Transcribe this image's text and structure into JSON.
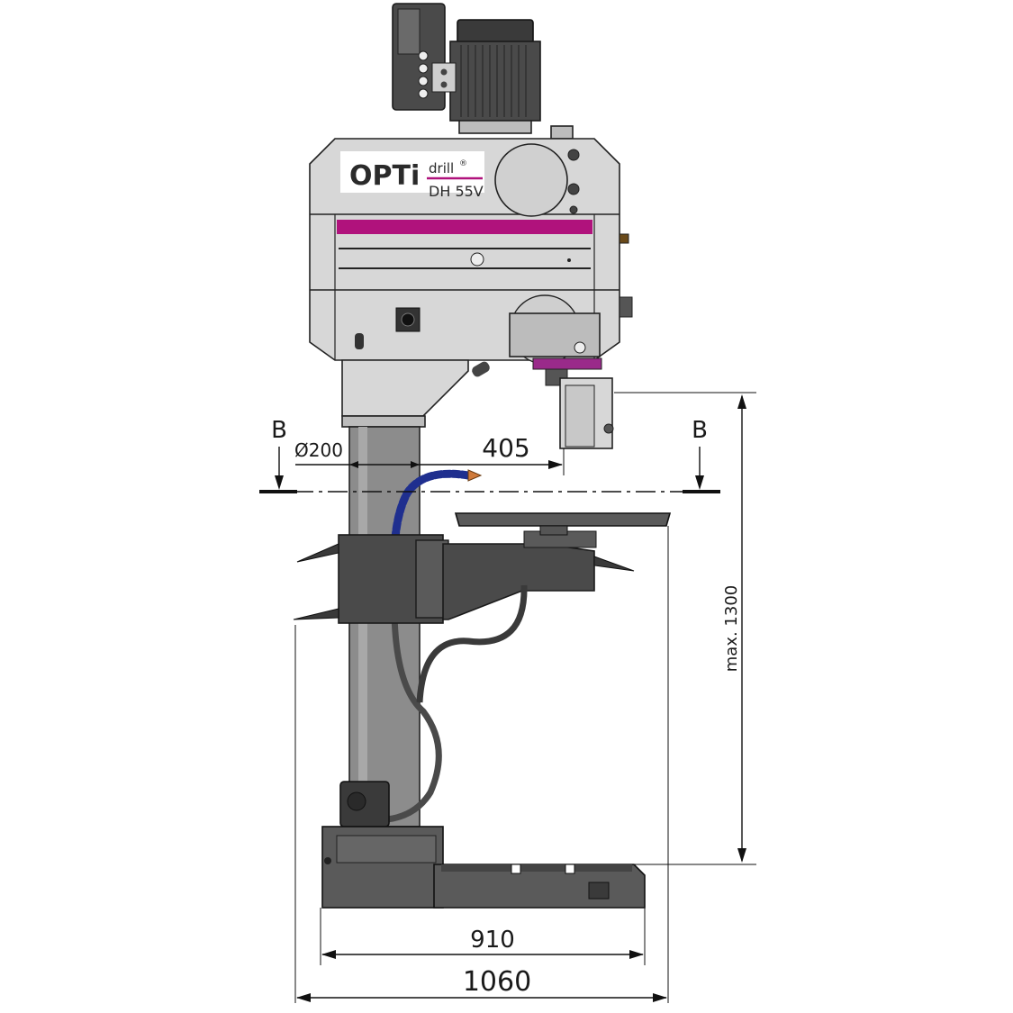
{
  "brand": {
    "logo_main": "OPTi",
    "logo_sub": "drill",
    "registered_mark": "®",
    "model": "DH 55V",
    "accent_color": "#b0127c"
  },
  "section_markers": {
    "left": "B",
    "right": "B"
  },
  "dimensions": {
    "diameter": "Ø200",
    "reach": "405",
    "height": "max. 1300",
    "base_width": "910",
    "total_width": "1060"
  }
}
